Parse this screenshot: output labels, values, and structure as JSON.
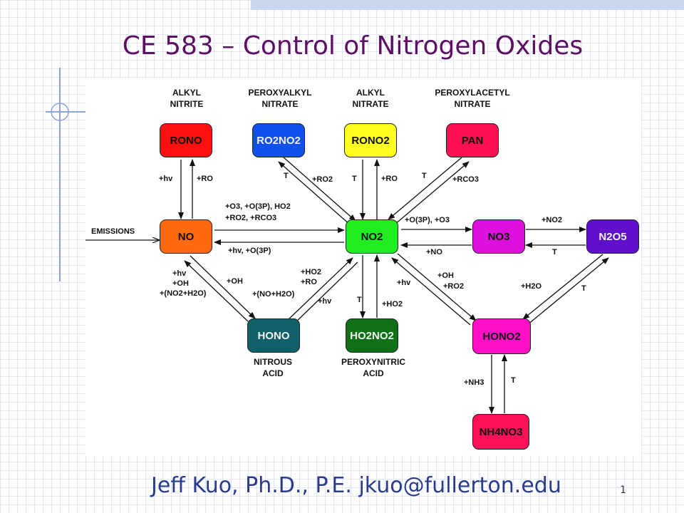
{
  "slide": {
    "title": "CE 583 – Control of Nitrogen Oxides",
    "footer": "Jeff Kuo, Ph.D., P.E. jkuo@fullerton.edu",
    "page_number": "1"
  },
  "diagram": {
    "nodes": {
      "rono": {
        "text": "RONO",
        "color": "#ff1010"
      },
      "ro2no2": {
        "text": "RO2NO2",
        "color": "#1050ee"
      },
      "rono2": {
        "text": "RONO2",
        "color": "#ffff22"
      },
      "pan": {
        "text": "PAN",
        "color": "#ff1050"
      },
      "no": {
        "text": "NO",
        "color": "#ff6a10"
      },
      "no2": {
        "text": "NO2",
        "color": "#20ee20"
      },
      "no3": {
        "text": "NO3",
        "color": "#dd10dd"
      },
      "n2o5": {
        "text": "N2O5",
        "color": "#6010cc"
      },
      "hono": {
        "text": "HONO",
        "color": "#10606a"
      },
      "ho2no2": {
        "text": "HO2NO2",
        "color": "#107018"
      },
      "hono2": {
        "text": "HONO2",
        "color": "#ff10c8"
      },
      "nh4no3": {
        "text": "NH4NO3",
        "color": "#ff1058"
      }
    },
    "captions": {
      "rono": [
        "ALKYL",
        "NITRITE"
      ],
      "ro2no2": [
        "PEROXYALKYL",
        "NITRATE"
      ],
      "rono2": [
        "ALKYL",
        "NITRATE"
      ],
      "pan": [
        "PEROXYLACETYL",
        "NITRATE"
      ],
      "hono": [
        "NITROUS",
        "ACID"
      ],
      "ho2no2": [
        "PEROXYNITRIC",
        "ACID"
      ]
    },
    "labels": {
      "emissions": "EMISSIONS",
      "rono_to_no": "+hv",
      "no_to_rono": "+RO",
      "ro2no2_t": "T",
      "ro2no2_ro2": "+RO2",
      "rono2_t": "T",
      "rono2_ro": "+RO",
      "pan_t": "T",
      "pan_rco3": "+RCO3",
      "no_to_no2_line1": "+O3, +O(3P), HO2",
      "no_to_no2_line2": "+RO2, +RCO3",
      "no2_to_no": "+hv, +O(3P)",
      "no2_to_no3": "+O(3P), +O3",
      "no3_to_no2": "+NO",
      "no3_to_n2o5": "+NO2",
      "n2o5_to_no3": "T",
      "hono_to_no_1": "+hv",
      "hono_to_no_2": "+OH",
      "hono_to_no_3": "+(NO2+H2O)",
      "no_to_hono": "+OH",
      "hono_no2_1": "+HO2",
      "hono_no2_2": "+RO",
      "hono_no2_3": "+(NO+H2O)",
      "hono_no2_hv": "+hv",
      "ho2no2_t": "T",
      "ho2no2_ho2": "+HO2",
      "hono2_hv": "+hv",
      "no2_hono2_oh": "+OH",
      "no2_hono2_ro2": "+RO2",
      "n2o5_hono2_h2o": "+H2O",
      "n2o5_hono2_t": "T",
      "hono2_nh3": "+NH3",
      "hono2_t": "T"
    }
  }
}
